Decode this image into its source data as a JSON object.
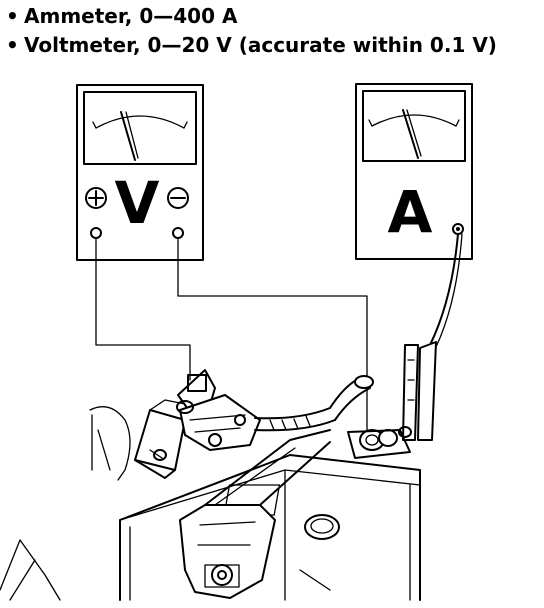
{
  "specs": [
    {
      "bullet": "•",
      "text": "Ammeter, 0—400 A"
    },
    {
      "bullet": "•",
      "text": "Voltmeter, 0—20 V (accurate within 0.1 V)"
    }
  ],
  "voltmeter": {
    "letter": "V"
  },
  "ammeter": {
    "letter": "A"
  },
  "icons": {
    "plus": "plus-in-circle",
    "minus": "minus-in-circle"
  }
}
